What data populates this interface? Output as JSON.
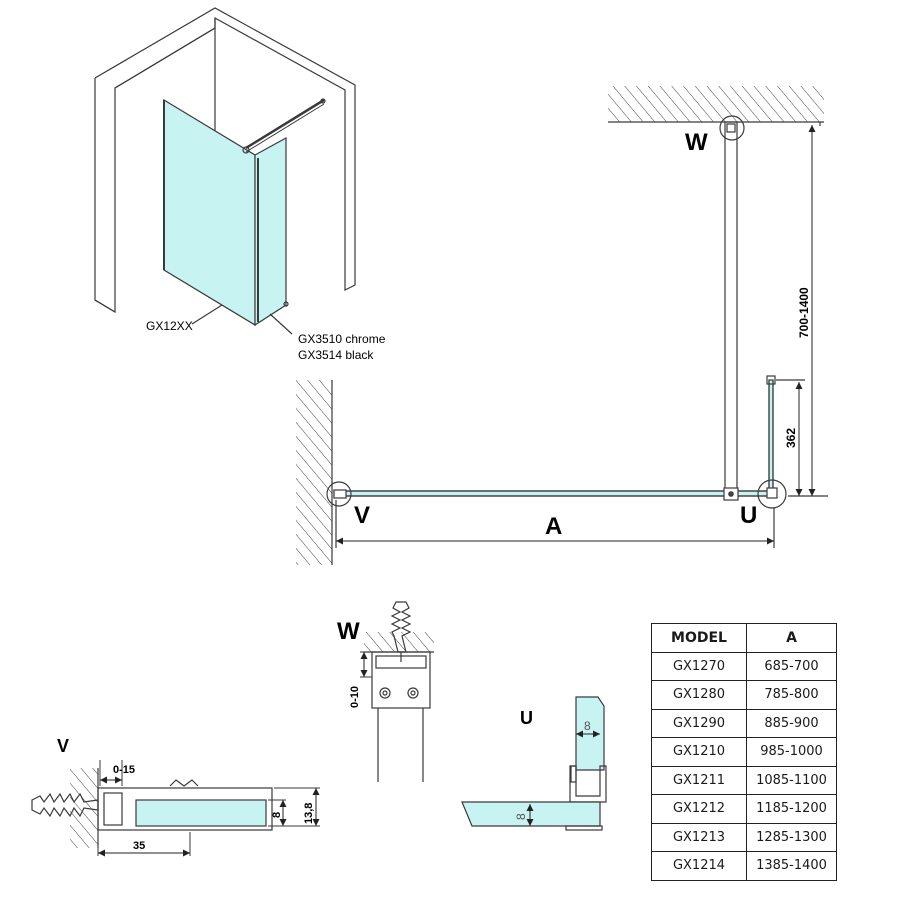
{
  "iso": {
    "part_glass": "GX12XX",
    "part_bar_chrome": "GX3510 chrome",
    "part_bar_black": "GX3514 black"
  },
  "plan": {
    "label_w": "W",
    "label_v": "V",
    "label_u": "U",
    "label_a": "A",
    "dim_height": "700-1400",
    "dim_362": "362"
  },
  "details": {
    "w_label": "W",
    "w_dim": "0-10",
    "v_label": "V",
    "v_dim_gap": "0-15",
    "v_dim_35": "35",
    "v_dim_8": "8",
    "v_dim_138": "13,8",
    "u_label": "U",
    "u_dim_8a": "8",
    "u_dim_8b": "8"
  },
  "table": {
    "headers": [
      "MODEL",
      "A"
    ],
    "rows": [
      [
        "GX1270",
        "685-700"
      ],
      [
        "GX1280",
        "785-800"
      ],
      [
        "GX1290",
        "885-900"
      ],
      [
        "GX1210",
        "985-1000"
      ],
      [
        "GX1211",
        "1085-1100"
      ],
      [
        "GX1212",
        "1185-1200"
      ],
      [
        "GX1213",
        "1285-1300"
      ],
      [
        "GX1214",
        "1385-1400"
      ]
    ]
  },
  "colors": {
    "glass": "#c8f3f3",
    "line": "#3a3a3a"
  }
}
